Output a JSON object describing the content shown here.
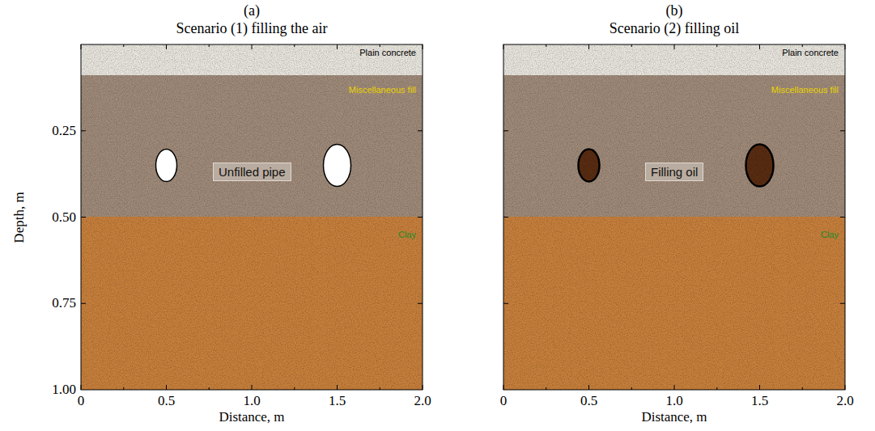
{
  "diagram": {
    "nodes": [
      {
        "text": [
          "(a)",
          "Scenario (1) filling the air"
        ]
      },
      {
        "text": [
          "Plain concrete"
        ],
        "in": 0
      },
      {
        "text": [
          "Miscellaneous fill"
        ],
        "in": 0
      },
      {
        "text": [
          "Unfilled pipe"
        ],
        "in": 2
      },
      {
        "text": [
          "Clay"
        ],
        "in": 0
      },
      {
        "text": [
          "(b)",
          "Scenario (2) filling oil"
        ]
      },
      {
        "text": [
          "Plain concrete"
        ],
        "in": 5
      },
      {
        "text": [
          "Miscellaneous fill"
        ],
        "in": 5
      },
      {
        "text": [
          "Filling oil"
        ],
        "in": 7
      },
      {
        "text": [
          "Clay"
        ],
        "in": 5
      }
    ],
    "labels": [
      "Depth, m",
      "0.25",
      "0.50",
      "0.75",
      "1.00",
      "0",
      "0.5",
      "1.0",
      "1.5",
      "2.0",
      "Distance, m",
      "0",
      "0.5",
      "1.0",
      "1.5",
      "2.0",
      "Distance, m"
    ]
  }
}
